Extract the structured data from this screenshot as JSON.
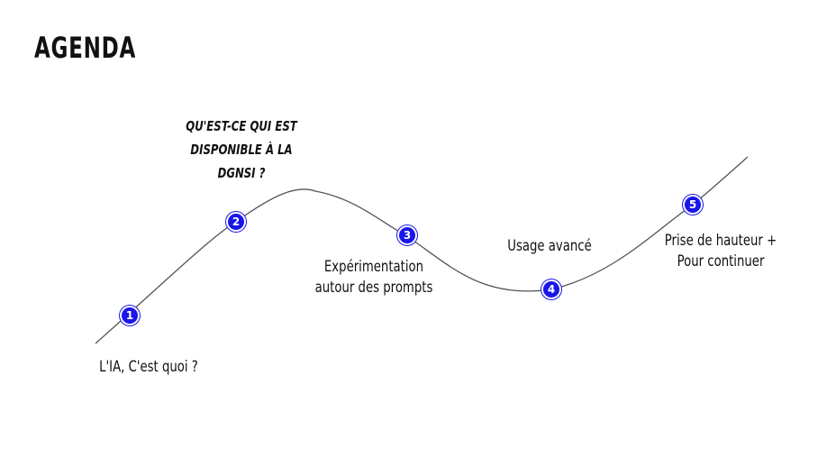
{
  "title": "AGENDA",
  "accent_color": "#1a16e8",
  "steps": [
    {
      "number": "1",
      "lines": [
        "L'IA, C'est quoi ?"
      ]
    },
    {
      "number": "2",
      "lines": [
        "QU'EST-CE QUI EST",
        "DISPONIBLE À LA",
        "DGNSI ?"
      ]
    },
    {
      "number": "3",
      "lines": [
        "Expérimentation",
        "autour des prompts"
      ]
    },
    {
      "number": "4",
      "lines": [
        "Usage avancé"
      ]
    },
    {
      "number": "5",
      "lines": [
        "Prise de hauteur +",
        "Pour continuer"
      ]
    }
  ]
}
